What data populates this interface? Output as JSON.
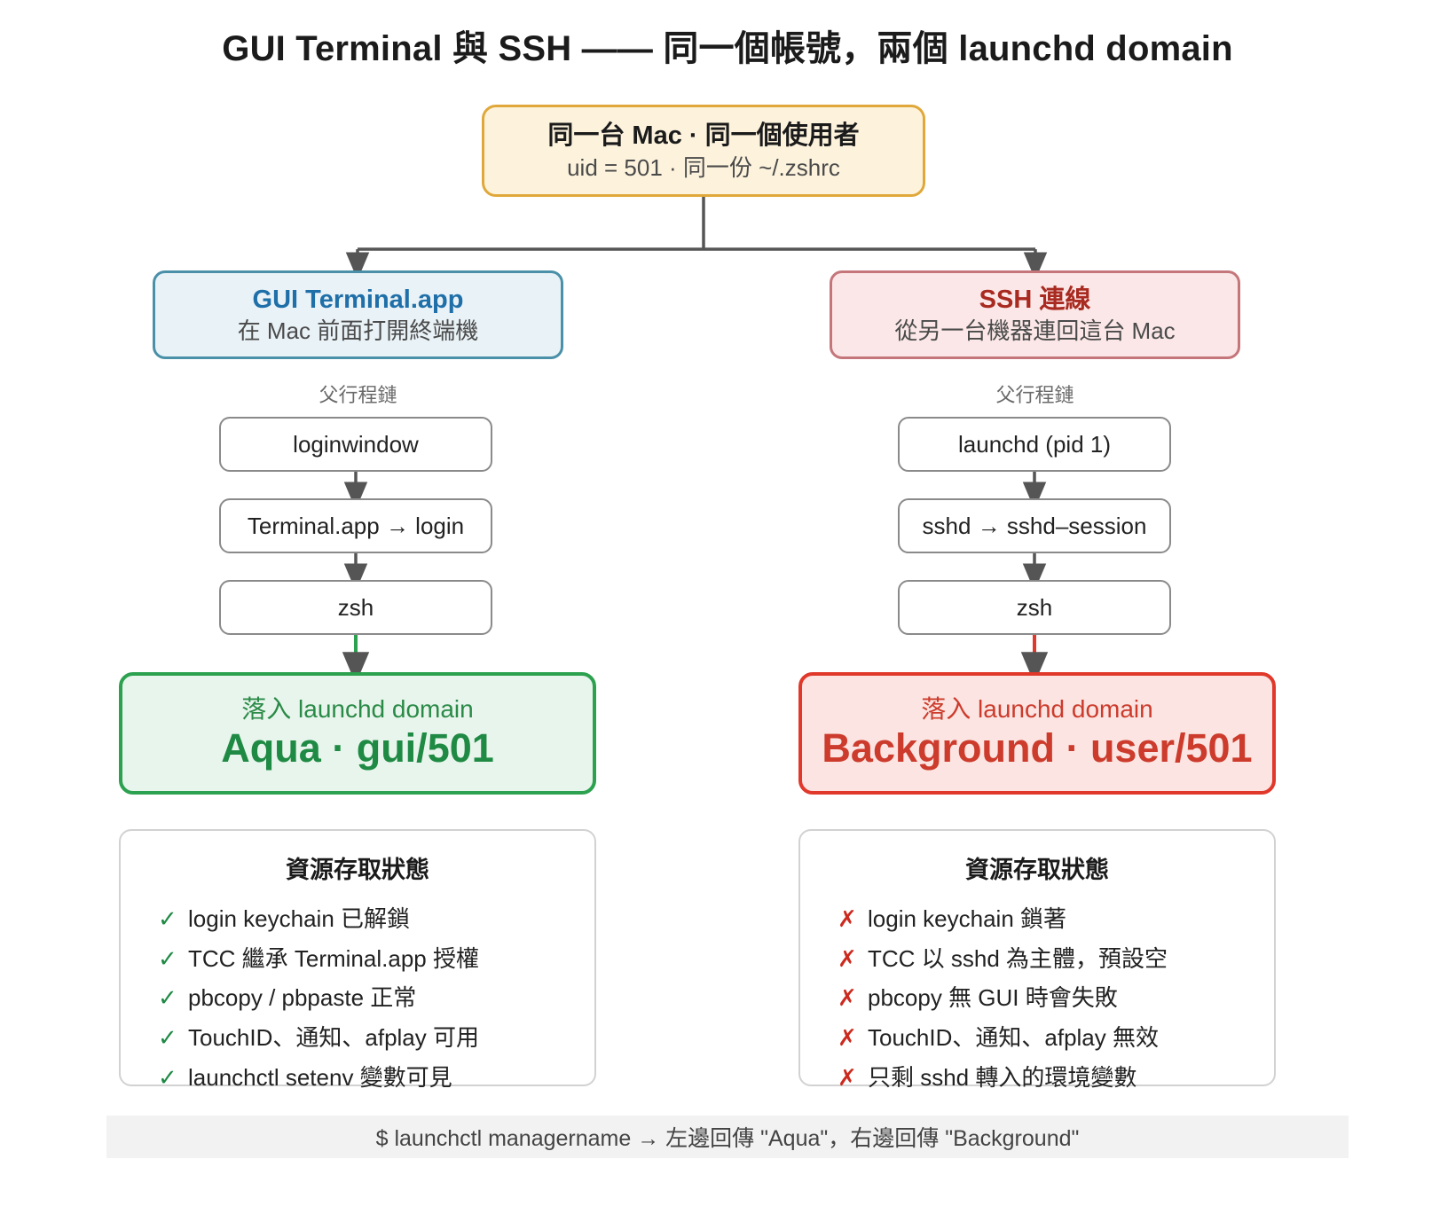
{
  "title": "GUI Terminal 與 SSH —— 同一個帳號，兩個 launchd domain",
  "root": {
    "title": "同一台 Mac · 同一個使用者",
    "subtitle": "uid = 501 · 同一份 ~/.zshrc"
  },
  "branches": [
    {
      "id": "gui",
      "title": "GUI Terminal.app",
      "subtitle": "在 Mac 前面打開終端機",
      "chain_caption": "父行程鏈",
      "chain": [
        "loginwindow",
        "Terminal.app → login",
        "zsh"
      ],
      "domain": {
        "caption": "落入 launchd domain",
        "value": "Aqua · gui/501"
      },
      "panel": {
        "title": "資源存取狀態",
        "items": [
          {
            "mark": "✓",
            "text": "login keychain 已解鎖"
          },
          {
            "mark": "✓",
            "text": "TCC 繼承 Terminal.app 授權"
          },
          {
            "mark": "✓",
            "text": "pbcopy / pbpaste 正常"
          },
          {
            "mark": "✓",
            "text": "TouchID、通知、afplay 可用"
          },
          {
            "mark": "✓",
            "text": "launchctl setenv 變數可見"
          }
        ]
      }
    },
    {
      "id": "ssh",
      "title": "SSH 連線",
      "subtitle": "從另一台機器連回這台 Mac",
      "chain_caption": "父行程鏈",
      "chain": [
        "launchd (pid 1)",
        "sshd → sshd–session",
        "zsh"
      ],
      "domain": {
        "caption": "落入 launchd domain",
        "value": "Background · user/501"
      },
      "panel": {
        "title": "資源存取狀態",
        "items": [
          {
            "mark": "✗",
            "text": "login keychain 鎖著"
          },
          {
            "mark": "✗",
            "text": "TCC 以 sshd 為主體，預設空"
          },
          {
            "mark": "✗",
            "text": "pbcopy 無 GUI 時會失敗"
          },
          {
            "mark": "✗",
            "text": "TouchID、通知、afplay 無效"
          },
          {
            "mark": "✗",
            "text": "只剩 sshd 轉入的環境變數"
          }
        ]
      }
    }
  ],
  "footer": "$ launchctl managername → 左邊回傳 \"Aqua\"，右邊回傳 \"Background\"",
  "colors": {
    "root_border": "#e0a83a",
    "root_fill": "#fdf3dd",
    "gui_border": "#4a90a8",
    "gui_fill": "#e9f2f7",
    "gui_accent": "#1f6fa8",
    "ssh_border": "#c5767a",
    "ssh_fill": "#fbe7e7",
    "ssh_accent": "#a82a20",
    "green": "#2ca14f",
    "green_fill": "#e8f5ec",
    "red": "#e0382a",
    "red_fill": "#fbe4e1",
    "wire": "#555555"
  }
}
